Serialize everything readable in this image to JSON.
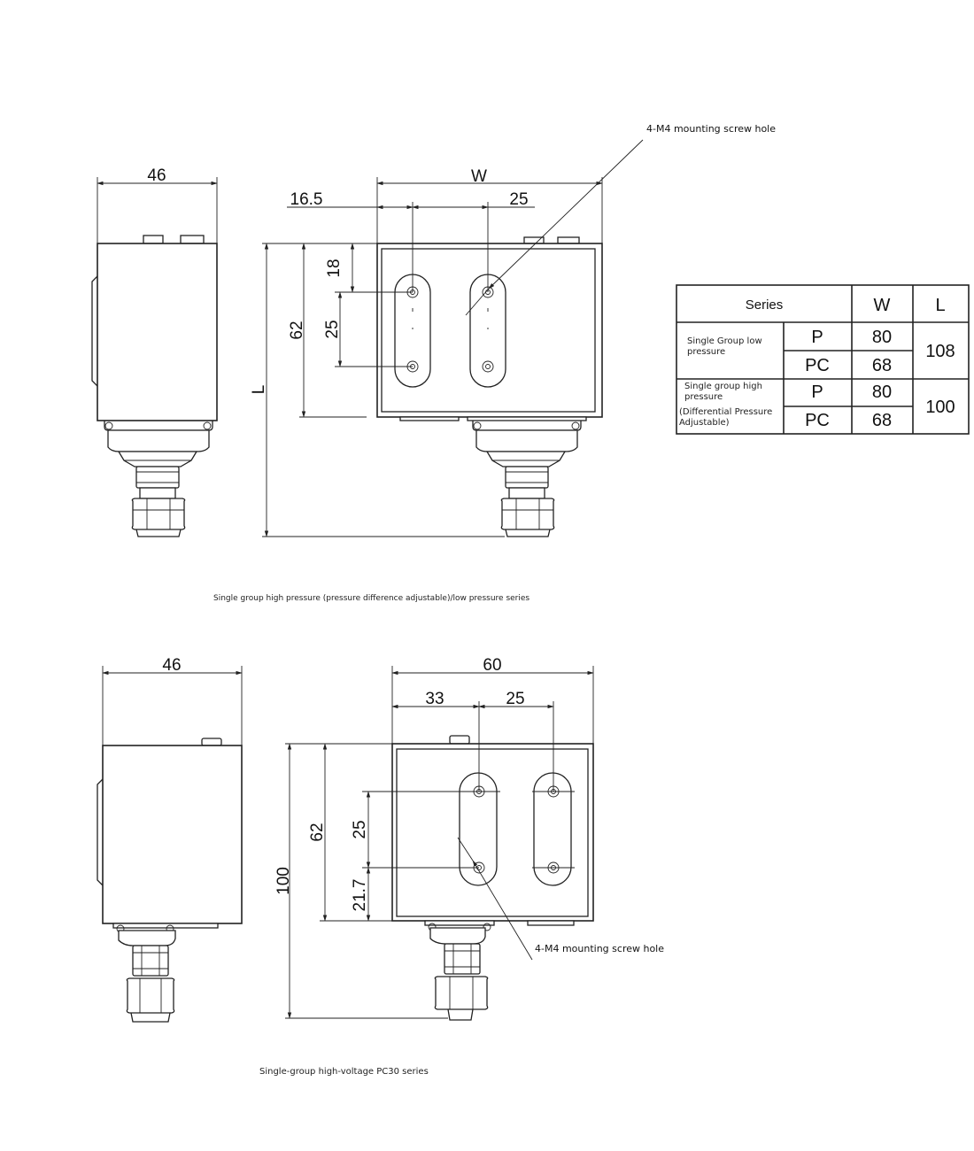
{
  "top_view": {
    "side_width_label": "46",
    "front_width_label": "W",
    "offset_label": "16.5",
    "spacing_label": "25",
    "slot_top_label": "18",
    "slot_pitch_label": "25",
    "body_height_label": "62",
    "total_length_label": "L",
    "screw_note": "4-M4 mounting screw hole",
    "caption": "Single group high pressure (pressure difference adjustable)/low pressure series"
  },
  "bottom_view": {
    "side_width_label": "46",
    "front_width_label": "60",
    "offset_label": "33",
    "spacing_label": "25",
    "slot_pitch_label": "25",
    "slot_bottom_label": "21.7",
    "body_height_label": "62",
    "total_length_label": "100",
    "screw_note": "4-M4 mounting screw hole",
    "caption": "Single-group high-voltage PC30 series"
  },
  "table": {
    "headers": {
      "series": "Series",
      "w": "W",
      "l": "L"
    },
    "group1": {
      "label": "Single Group low pressure",
      "p": "P",
      "pc": "PC",
      "w_p": "80",
      "w_pc": "68",
      "l": "108"
    },
    "group2": {
      "label_line1": "Single group high pressure",
      "label_line2": "(Differential Pressure Adjustable)",
      "p": "P",
      "pc": "PC",
      "w_p": "80",
      "w_pc": "68",
      "l": "100"
    }
  }
}
